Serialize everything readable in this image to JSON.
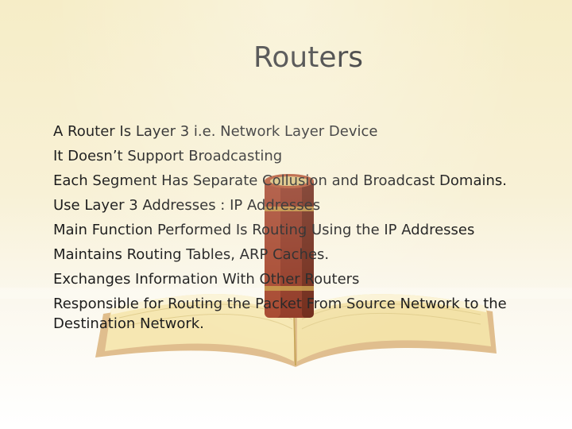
{
  "slide": {
    "title": "Routers",
    "bullets": [
      "A Router Is Layer 3 i.e. Network Layer Device",
      "It Doesn’t Support Broadcasting",
      "Each Segment Has Separate Collusion and Broadcast Domains.",
      "Use Layer 3 Addresses : IP Addresses",
      "Main Function Performed Is Routing Using the IP Addresses",
      "Maintains Routing Tables, ARP Caches.",
      "Exchanges Information With Other Routers",
      "Responsible for Routing the Packet From Source Network to the Destination Network."
    ]
  },
  "colors": {
    "background": "#f6edc7",
    "text": "#1c1c1c",
    "book_spine": "#9a3b24",
    "book_pages": "#f7efc4"
  },
  "decorations": [
    "open-book-illustration",
    "red-book-illustration"
  ]
}
